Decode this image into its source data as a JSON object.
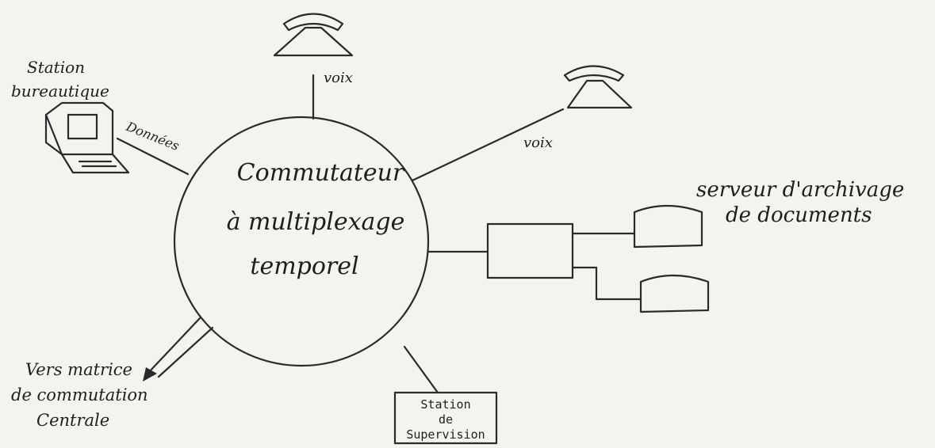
{
  "center": {
    "line1": "Commutateur",
    "line2": "à multiplexage",
    "line3": "temporel"
  },
  "labels": {
    "phone_top": "voix",
    "phone_right": "voix",
    "station_line1": "Station",
    "station_line2": "bureautique",
    "data_link": "Données",
    "server_line1": "serveur d'archivage",
    "server_line2": "de documents",
    "matrix_line1": "Vers matrice",
    "matrix_line2": "de commutation",
    "matrix_line3": "Centrale",
    "supervision_line1": "Station",
    "supervision_line2": "de",
    "supervision_line3": "Supervision"
  },
  "colors": {
    "ink": "#2a2a2a",
    "paper": "#f4f3ef"
  },
  "icons": [
    "telephone-icon",
    "computer-terminal-icon",
    "disk-storage-icon",
    "arrow-icon"
  ]
}
